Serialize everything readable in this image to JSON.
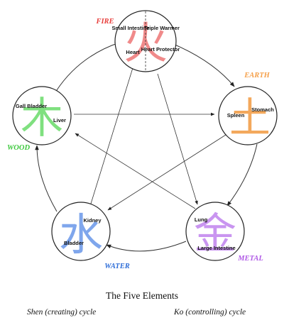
{
  "elements": {
    "fire": {
      "name": "FIRE",
      "glyph": "火",
      "color": "#e8413e",
      "organs": [
        "Small Intestine",
        "Triple Warmer",
        "Heart",
        "Heart Protector"
      ]
    },
    "earth": {
      "name": "EARTH",
      "glyph": "土",
      "color": "#f5a04a",
      "organs": [
        "Spleen",
        "Stomach"
      ]
    },
    "metal": {
      "name": "METAL",
      "glyph": "金",
      "color": "#b05ae6",
      "organs": [
        "Lung",
        "Large Intestine"
      ]
    },
    "water": {
      "name": "WATER",
      "glyph": "水",
      "color": "#2f6ed8",
      "organs": [
        "Kidney",
        "Bladder"
      ]
    },
    "wood": {
      "name": "WOOD",
      "glyph": "木",
      "color": "#3ec93e",
      "organs": [
        "Gall Bladder",
        "Liver"
      ]
    }
  },
  "glyph_colors": {
    "fire": "#f08a8a",
    "earth": "#f3a85c",
    "metal": "#c995f0",
    "water": "#7fa6ec",
    "wood": "#7fe07f"
  },
  "title": "The Five Elements",
  "legend": {
    "shen": "Shen (creating) cycle",
    "ko": "Ko (controlling) cycle"
  }
}
